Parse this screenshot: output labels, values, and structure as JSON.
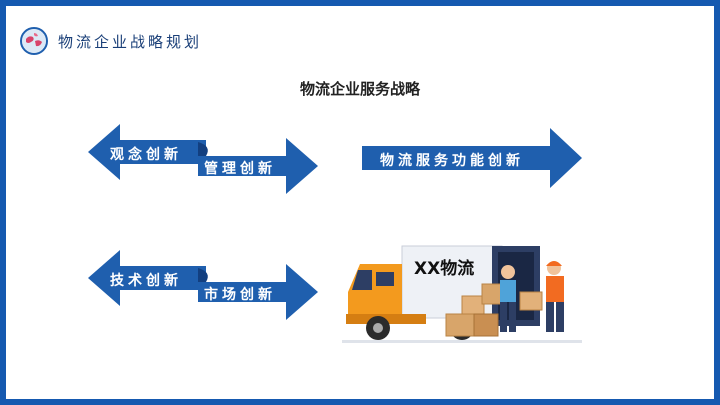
{
  "header": {
    "title": "物流企业战略规划"
  },
  "main": {
    "title": "物流企业服务战略"
  },
  "strategies": {
    "concept": "观念创新",
    "management": "管理创新",
    "logistics_service": "物流服务功能创新",
    "technology": "技术创新",
    "market": "市场创新"
  },
  "truck": {
    "brand": "XX物流"
  },
  "colors": {
    "frame": "#1559b0",
    "arrow": "#1f5fae",
    "arrow_dark": "#123f80",
    "truck_orange": "#f39a1e",
    "box": "#d8a56a"
  },
  "icons": [
    "globe-logo-icon",
    "delivery-truck-illustration"
  ]
}
